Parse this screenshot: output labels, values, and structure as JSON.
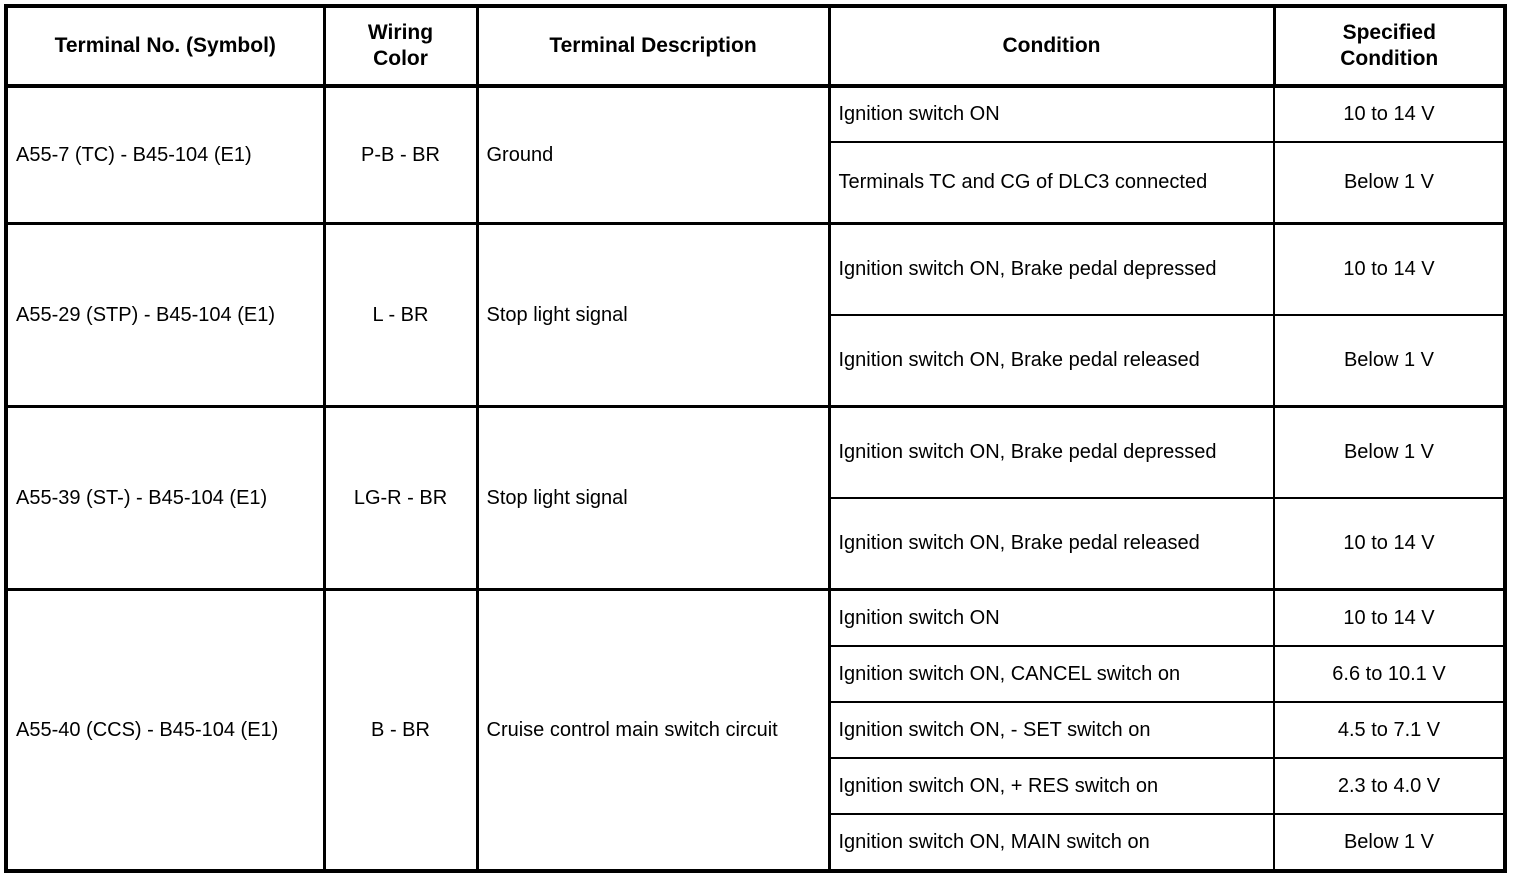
{
  "table": {
    "headers": [
      "Terminal No. (Symbol)",
      "Wiring Color",
      "Terminal Description",
      "Condition",
      "Specified Condition"
    ],
    "header_lines": {
      "col1": "Terminal No. (Symbol)",
      "col2_line1": "Wiring",
      "col2_line2": "Color",
      "col3": "Terminal Description",
      "col4": "Condition",
      "col5_line1": "Specified",
      "col5_line2": "Condition"
    },
    "groups": [
      {
        "terminal": "A55-7 (TC) - B45-104 (E1)",
        "wiring_color": "P-B - BR",
        "description": "Ground",
        "rows": [
          {
            "condition": "Ignition switch ON",
            "specified": "10 to 14 V"
          },
          {
            "condition": "Terminals TC and CG of DLC3 connected",
            "specified": "Below 1 V"
          }
        ]
      },
      {
        "terminal": "A55-29 (STP) - B45-104 (E1)",
        "wiring_color": "L - BR",
        "description": "Stop light signal",
        "rows": [
          {
            "condition": "Ignition switch ON, Brake pedal depressed",
            "specified": "10 to 14 V"
          },
          {
            "condition": "Ignition switch ON, Brake pedal released",
            "specified": "Below 1 V"
          }
        ]
      },
      {
        "terminal": "A55-39 (ST-) - B45-104 (E1)",
        "wiring_color": "LG-R - BR",
        "description": "Stop light signal",
        "rows": [
          {
            "condition": "Ignition switch ON, Brake pedal depressed",
            "specified": "Below 1 V"
          },
          {
            "condition": "Ignition switch ON, Brake pedal released",
            "specified": "10 to 14 V"
          }
        ]
      },
      {
        "terminal": "A55-40 (CCS) - B45-104 (E1)",
        "wiring_color": "B - BR",
        "description": "Cruise control main switch circuit",
        "rows": [
          {
            "condition": "Ignition switch ON",
            "specified": "10 to 14 V"
          },
          {
            "condition": "Ignition switch ON, CANCEL switch on",
            "specified": "6.6 to 10.1 V"
          },
          {
            "condition": "Ignition switch ON, - SET switch on",
            "specified": "4.5 to 7.1 V"
          },
          {
            "condition": "Ignition switch ON, + RES switch on",
            "specified": "2.3 to 4.0 V"
          },
          {
            "condition": "Ignition switch ON, MAIN switch on",
            "specified": "Below 1 V"
          }
        ]
      }
    ]
  },
  "colors": {
    "border": "#000000",
    "text": "#000000",
    "background": "#ffffff"
  }
}
